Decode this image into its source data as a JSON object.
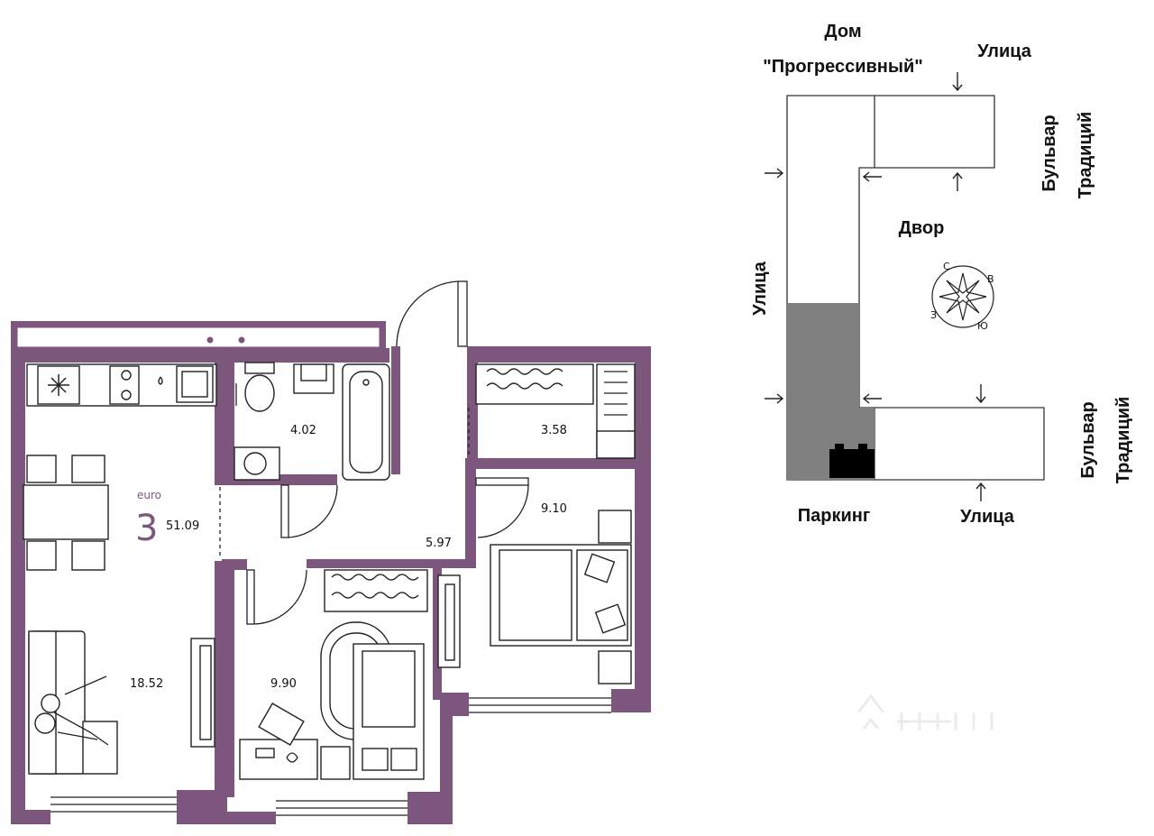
{
  "colors": {
    "wall": "#7d567e",
    "badge": "#7d567e",
    "parking": "#808080",
    "entrance": "#000000"
  },
  "apartment": {
    "type_label": "euro",
    "rooms_count": "3",
    "total_area": "51.09"
  },
  "rooms": {
    "kitchen_living": "18.52",
    "bathroom": "4.02",
    "storage": "3.58",
    "hallway": "5.97",
    "bedroom_left": "9.90",
    "bedroom_right": "9.10"
  },
  "site_plan": {
    "building_line1": "Дом",
    "building_line2": "\"Прогрессивный\"",
    "street_top": "Улица",
    "street_left": "Улица",
    "street_bottom": "Улица",
    "boulevard_top_line1": "Бульвар",
    "boulevard_top_line2": "Традиций",
    "boulevard_bottom_line1": "Бульвар",
    "boulevard_bottom_line2": "Традиций",
    "courtyard": "Двор",
    "parking": "Паркинг",
    "compass": {
      "north": "С",
      "east": "В",
      "south": "Ю",
      "west": "З"
    }
  },
  "icons": [
    "snowflake-icon",
    "compass-rose-icon",
    "entrance-arrow-icon",
    "watermark-icon"
  ]
}
